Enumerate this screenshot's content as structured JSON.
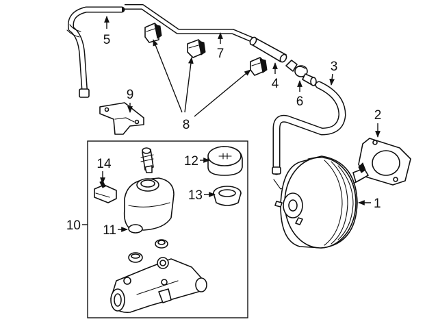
{
  "callouts": {
    "c1": "1",
    "c2": "2",
    "c3": "3",
    "c4": "4",
    "c5": "5",
    "c6": "6",
    "c7": "7",
    "c8": "8",
    "c9": "9",
    "c10": "10",
    "c11": "11",
    "c12": "12",
    "c13": "13",
    "c14": "14"
  }
}
